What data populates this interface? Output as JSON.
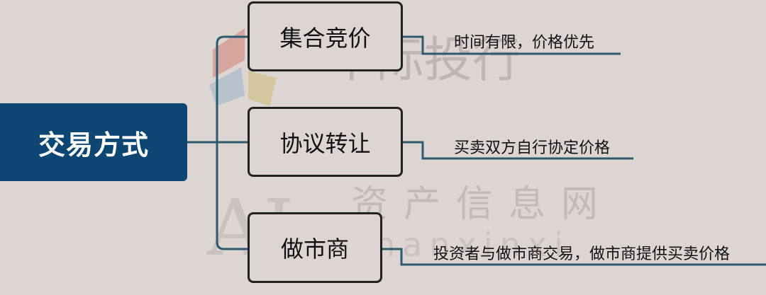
{
  "root": {
    "label": "交易方式"
  },
  "branches": [
    {
      "label": "集合竞价",
      "description": "时间有限，价格优先"
    },
    {
      "label": "协议转让",
      "description": "买卖双方自行协定价格"
    },
    {
      "label": "做市商",
      "description": "投资者与做市商交易，做市商提供买卖价格"
    }
  ],
  "watermark": {
    "brand_text": "千际投行",
    "sub_text": "资产信息网",
    "latin_text": "ichanxinxi",
    "logo_text": "AI"
  },
  "colors": {
    "background": "#ddd5d2",
    "root_fill": "#0d4672",
    "connector": "#2b5a6e",
    "node_border": "#222222"
  }
}
